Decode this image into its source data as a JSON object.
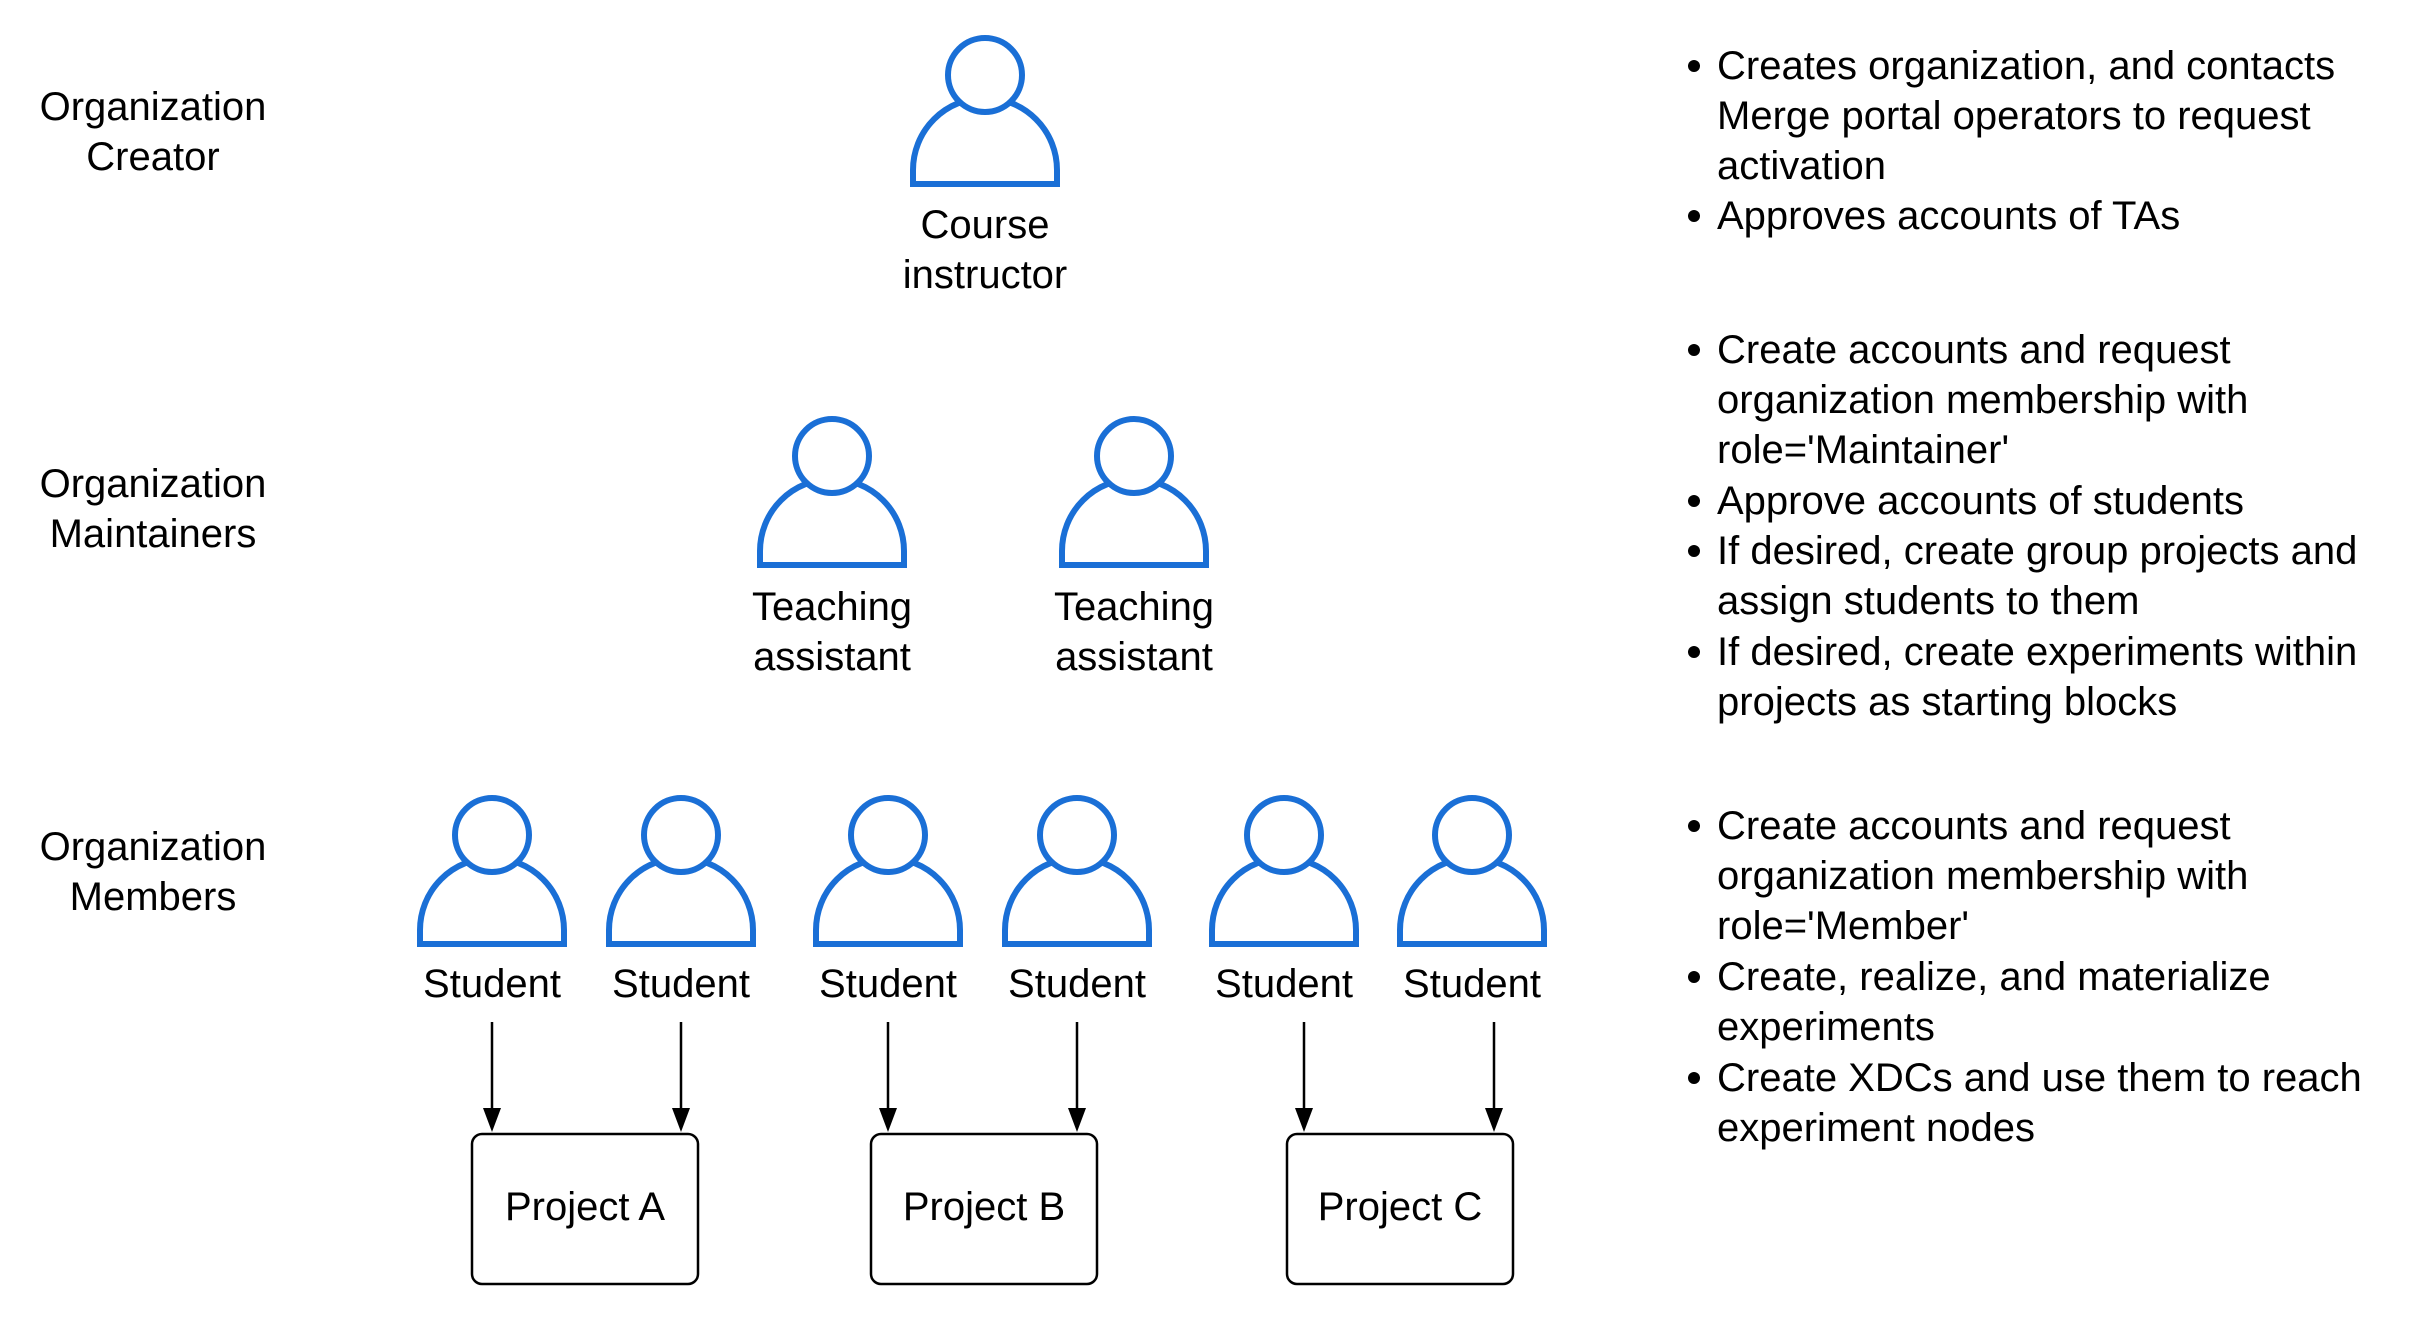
{
  "roles": {
    "creator": [
      "Organization",
      "Creator"
    ],
    "maintainers": [
      "Organization",
      "Maintainers"
    ],
    "members": [
      "Organization",
      "Members"
    ]
  },
  "people": {
    "instructor": [
      "Course",
      "instructor"
    ],
    "ta": [
      "Teaching",
      "assistant"
    ],
    "student": "Student"
  },
  "projects": [
    "Project A",
    "Project B",
    "Project C"
  ],
  "bullets": {
    "creator": [
      [
        "Creates organization, and contacts",
        "Merge portal operators to request",
        "activation"
      ],
      [
        "Approves accounts of TAs"
      ]
    ],
    "maintainers": [
      [
        "Create accounts and request",
        "organization membership with",
        "role='Maintainer'"
      ],
      [
        "Approve accounts of students"
      ],
      [
        "If desired, create group projects and",
        "assign students to them"
      ],
      [
        "If desired, create experiments within",
        "projects as starting blocks"
      ]
    ],
    "members": [
      [
        "Create accounts and request",
        "organization membership with",
        "role='Member'"
      ],
      [
        "Create, realize, and materialize",
        "experiments"
      ],
      [
        "Create XDCs and use them to reach",
        "experiment nodes"
      ]
    ]
  },
  "colors": {
    "person_stroke": "#1a6fd6",
    "line": "#000000",
    "background": "#ffffff"
  },
  "icons": {
    "person": "person-icon",
    "bullet": "bullet-dot"
  }
}
